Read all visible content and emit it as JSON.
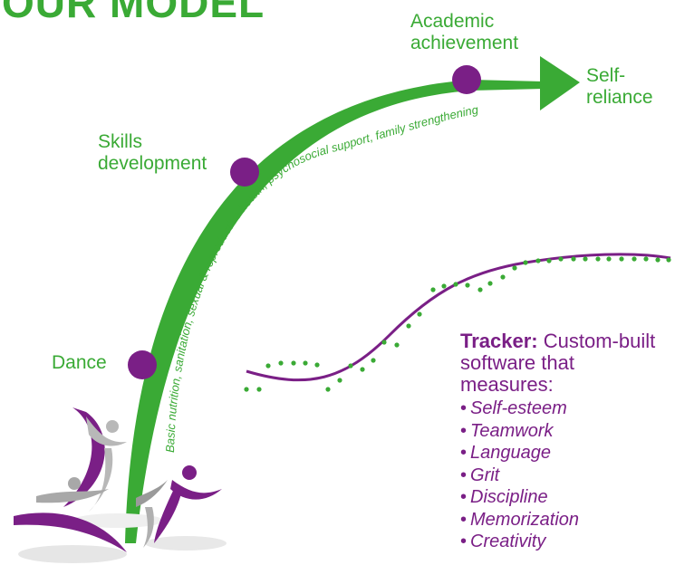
{
  "title": "OUR MODEL",
  "stages": [
    {
      "label": "Dance"
    },
    {
      "label": "Skills development"
    },
    {
      "label": "Academic achievement"
    },
    {
      "label": "Self-reliance"
    }
  ],
  "arc_text": "Basic nutrition, sanitation, sexual & reproductive health, psychosocial support, family strengthening",
  "tracker": {
    "heading_bold": "Tracker:",
    "heading_rest": " Custom-built software that measures:",
    "items": [
      "Self-esteem",
      "Teamwork",
      "Language",
      "Grit",
      "Discipline",
      "Memorization",
      "Creativity"
    ]
  },
  "colors": {
    "green": "#3aaa35",
    "purple": "#7a1f86",
    "grey": "#b8b8b8"
  }
}
